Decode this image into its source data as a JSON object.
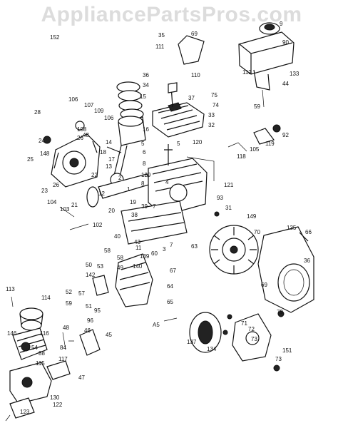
{
  "watermark": "AppliancePartsPros.com",
  "diagram_code": "A5",
  "parts": [
    {
      "id": "p152",
      "label": "152",
      "name": "part-152"
    },
    {
      "id": "p35",
      "label": "35"
    },
    {
      "id": "p69",
      "label": "69"
    },
    {
      "id": "p111",
      "label": "111"
    },
    {
      "id": "p9",
      "label": "9"
    },
    {
      "id": "p90",
      "label": "90"
    },
    {
      "id": "p112",
      "label": "112"
    },
    {
      "id": "p133",
      "label": "133"
    },
    {
      "id": "p44",
      "label": "44"
    },
    {
      "id": "p36",
      "label": "36"
    },
    {
      "id": "p110",
      "label": "110"
    },
    {
      "id": "p34",
      "label": "34"
    },
    {
      "id": "p75",
      "label": "75"
    },
    {
      "id": "p37",
      "label": "37"
    },
    {
      "id": "p74",
      "label": "74"
    },
    {
      "id": "p15",
      "label": "15"
    },
    {
      "id": "p33",
      "label": "33"
    },
    {
      "id": "p59a",
      "label": "59"
    },
    {
      "id": "p106a",
      "label": "106"
    },
    {
      "id": "p107",
      "label": "107"
    },
    {
      "id": "p109",
      "label": "109"
    },
    {
      "id": "p106b",
      "label": "106"
    },
    {
      "id": "p16",
      "label": "16"
    },
    {
      "id": "p32",
      "label": "32"
    },
    {
      "id": "p92",
      "label": "92"
    },
    {
      "id": "p28",
      "label": "28"
    },
    {
      "id": "p108",
      "label": "108"
    },
    {
      "id": "p48",
      "label": "48"
    },
    {
      "id": "p26",
      "label": "26"
    },
    {
      "id": "p14",
      "label": "14"
    },
    {
      "id": "p119",
      "label": "119"
    },
    {
      "id": "p24",
      "label": "24"
    },
    {
      "id": "p120",
      "label": "120"
    },
    {
      "id": "p105",
      "label": "105"
    },
    {
      "id": "p18",
      "label": "18"
    },
    {
      "id": "p5a",
      "label": "5"
    },
    {
      "id": "p6",
      "label": "6"
    },
    {
      "id": "p5b",
      "label": "5"
    },
    {
      "id": "p118",
      "label": "118"
    },
    {
      "id": "p17",
      "label": "17"
    },
    {
      "id": "p148",
      "label": "148"
    },
    {
      "id": "p13",
      "label": "13"
    },
    {
      "id": "p25",
      "label": "25"
    },
    {
      "id": "p8a",
      "label": "8"
    },
    {
      "id": "p22",
      "label": "22"
    },
    {
      "id": "p129",
      "label": "129"
    },
    {
      "id": "p4",
      "label": "4"
    },
    {
      "id": "p121",
      "label": "121"
    },
    {
      "id": "p23",
      "label": "23"
    },
    {
      "id": "p2",
      "label": "2"
    },
    {
      "id": "p8b",
      "label": "8"
    },
    {
      "id": "p12",
      "label": "12"
    },
    {
      "id": "p93",
      "label": "93"
    },
    {
      "id": "p1",
      "label": "1"
    },
    {
      "id": "p26b",
      "label": "26"
    },
    {
      "id": "p21",
      "label": "21"
    },
    {
      "id": "p19",
      "label": "19"
    },
    {
      "id": "p39",
      "label": "39"
    },
    {
      "id": "p104",
      "label": "104"
    },
    {
      "id": "p103",
      "label": "103"
    },
    {
      "id": "p20",
      "label": "20"
    },
    {
      "id": "p38",
      "label": "38"
    },
    {
      "id": "p7a",
      "label": "7"
    },
    {
      "id": "p31",
      "label": "31"
    },
    {
      "id": "p149",
      "label": "149"
    },
    {
      "id": "p102",
      "label": "102"
    },
    {
      "id": "p40",
      "label": "40"
    },
    {
      "id": "p70",
      "label": "70"
    },
    {
      "id": "p135",
      "label": "135"
    },
    {
      "id": "p66",
      "label": "66"
    },
    {
      "id": "p43",
      "label": "43"
    },
    {
      "id": "p11",
      "label": "11"
    },
    {
      "id": "p7b",
      "label": "7"
    },
    {
      "id": "p3",
      "label": "3"
    },
    {
      "id": "p63",
      "label": "63"
    },
    {
      "id": "p58a",
      "label": "58"
    },
    {
      "id": "p139",
      "label": "139"
    },
    {
      "id": "p60",
      "label": "60"
    },
    {
      "id": "p58b",
      "label": "58"
    },
    {
      "id": "p140",
      "label": "140"
    },
    {
      "id": "p36b",
      "label": "36"
    },
    {
      "id": "p50",
      "label": "50"
    },
    {
      "id": "p53",
      "label": "53"
    },
    {
      "id": "p49",
      "label": "49"
    },
    {
      "id": "p67",
      "label": "67"
    },
    {
      "id": "p142",
      "label": "142"
    },
    {
      "id": "p64",
      "label": "64"
    },
    {
      "id": "p69b",
      "label": "69"
    },
    {
      "id": "p113",
      "label": "113"
    },
    {
      "id": "p52",
      "label": "52"
    },
    {
      "id": "p114",
      "label": "114"
    },
    {
      "id": "p57",
      "label": "57"
    },
    {
      "id": "p59b",
      "label": "59"
    },
    {
      "id": "p65",
      "label": "65"
    },
    {
      "id": "p51",
      "label": "51"
    },
    {
      "id": "p95",
      "label": "95"
    },
    {
      "id": "p96",
      "label": "96"
    },
    {
      "id": "p79",
      "label": "79"
    },
    {
      "id": "p146",
      "label": "146"
    },
    {
      "id": "p48b",
      "label": "48"
    },
    {
      "id": "p46",
      "label": "46"
    },
    {
      "id": "p116",
      "label": "116"
    },
    {
      "id": "p45",
      "label": "45"
    },
    {
      "id": "p137",
      "label": "137"
    },
    {
      "id": "p71",
      "label": "71"
    },
    {
      "id": "p72",
      "label": "72"
    },
    {
      "id": "p54",
      "label": "54"
    },
    {
      "id": "p84",
      "label": "84"
    },
    {
      "id": "p73a",
      "label": "73"
    },
    {
      "id": "p88",
      "label": "88"
    },
    {
      "id": "p117",
      "label": "117"
    },
    {
      "id": "p134",
      "label": "134"
    },
    {
      "id": "p151",
      "label": "151"
    },
    {
      "id": "p115",
      "label": "115"
    },
    {
      "id": "p47",
      "label": "47"
    },
    {
      "id": "p73b",
      "label": "73"
    },
    {
      "id": "p130",
      "label": "130"
    },
    {
      "id": "p123",
      "label": "123"
    },
    {
      "id": "p122",
      "label": "122"
    }
  ]
}
